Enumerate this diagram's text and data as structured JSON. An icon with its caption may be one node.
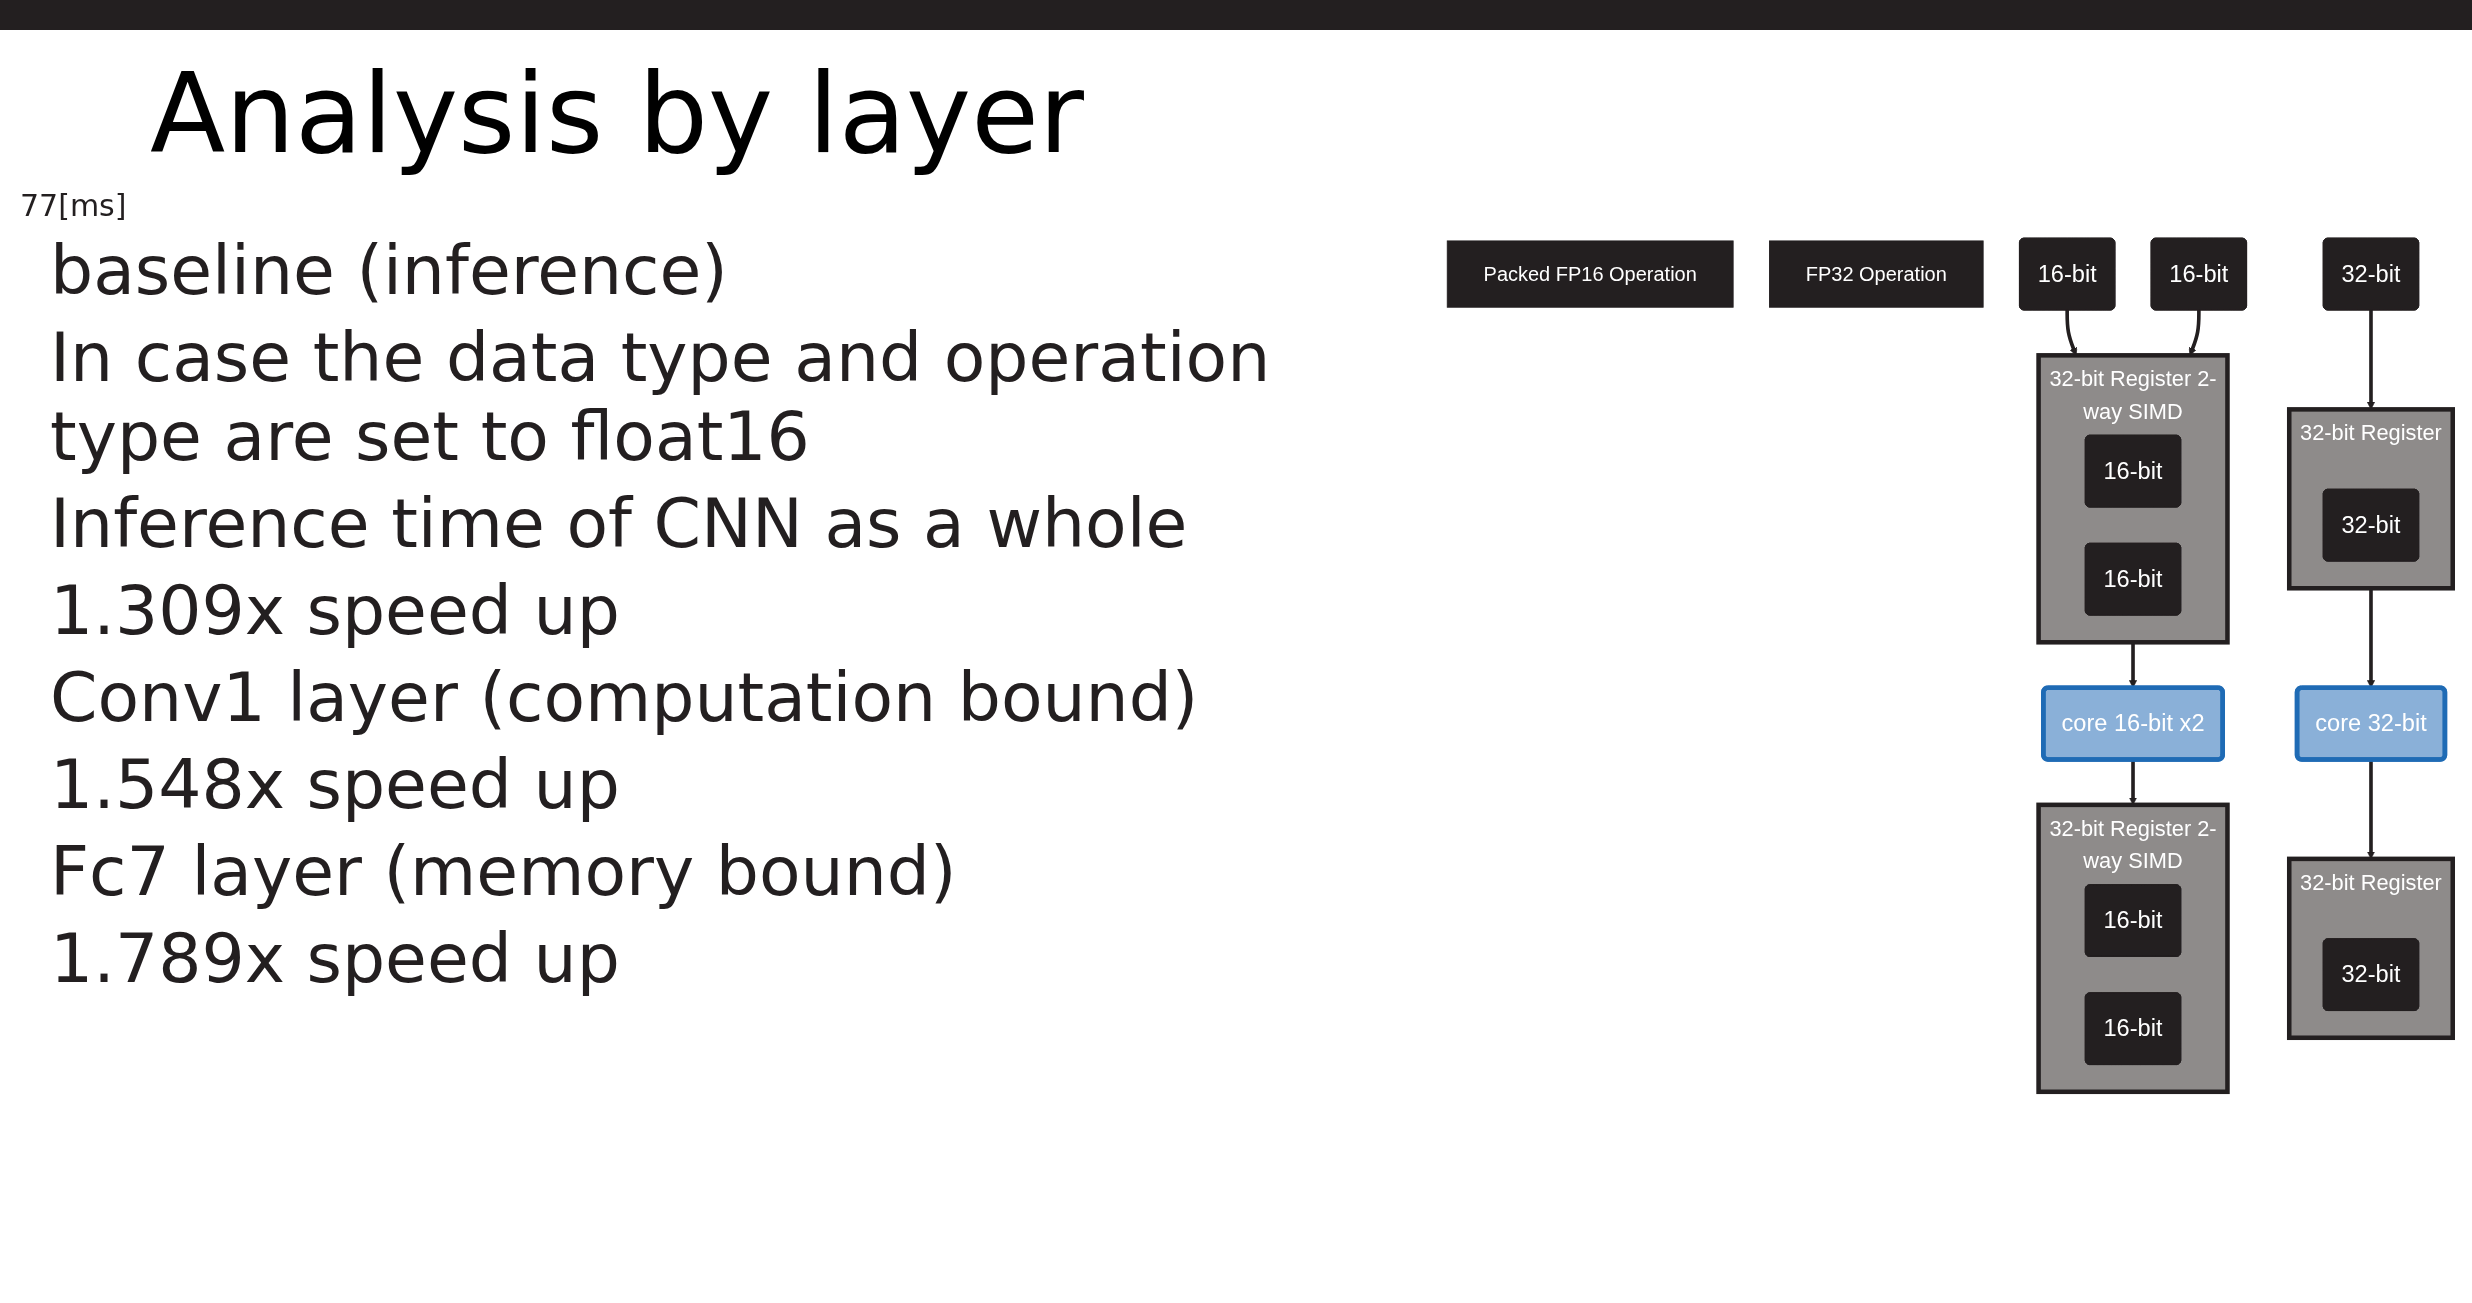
{
  "diagram": {
    "title": "Analysis by layer",
    "nodes": [
      {
        "text": [
          "Packed FP16 Operation"
        ]
      },
      {
        "text": [
          "FP32 Operation"
        ]
      },
      {
        "text": [
          "16-bit"
        ]
      },
      {
        "text": [
          "16-bit"
        ]
      },
      {
        "text": [
          "32-bit"
        ]
      },
      {
        "text": [
          "32-bit Register 2-way SIMD"
        ]
      },
      {
        "text": [
          "16-bit"
        ],
        "in": 5
      },
      {
        "text": [
          "16-bit"
        ],
        "in": 5
      },
      {
        "text": [
          "32-bit Register"
        ]
      },
      {
        "text": [
          "32-bit"
        ],
        "in": 8
      },
      {
        "text": [
          "core 16-bit x2"
        ]
      },
      {
        "text": [
          "core 32-bit"
        ]
      },
      {
        "text": [
          "32-bit Register 2-way SIMD"
        ]
      },
      {
        "text": [
          "16-bit"
        ],
        "in": 12
      },
      {
        "text": [
          "16-bit"
        ],
        "in": 12
      },
      {
        "text": [
          "32-bit Register"
        ]
      },
      {
        "text": [
          "32-bit"
        ],
        "in": 15
      }
    ],
    "edges": [
      {
        "from": 2,
        "to": 5,
        "arrow": "to"
      },
      {
        "from": 3,
        "to": 5,
        "arrow": "to"
      },
      {
        "from": 4,
        "to": 8,
        "arrow": "to"
      },
      {
        "from": 5,
        "to": 10,
        "arrow": "to"
      },
      {
        "from": 8,
        "to": 11,
        "arrow": "to"
      },
      {
        "from": 10,
        "to": 12,
        "arrow": "to"
      },
      {
        "from": 11,
        "to": 15,
        "arrow": "to"
      }
    ],
    "labels": [
      "77[ms]",
      "baseline (inference)",
      "In case the data type and operation type are set to float16",
      "Inference time of CNN as a whole",
      "1.309x speed up",
      "Conv1 layer (computation bound)",
      "1.548x speed up",
      "Fc7 layer (memory bound)",
      "1.789x speed up"
    ]
  }
}
